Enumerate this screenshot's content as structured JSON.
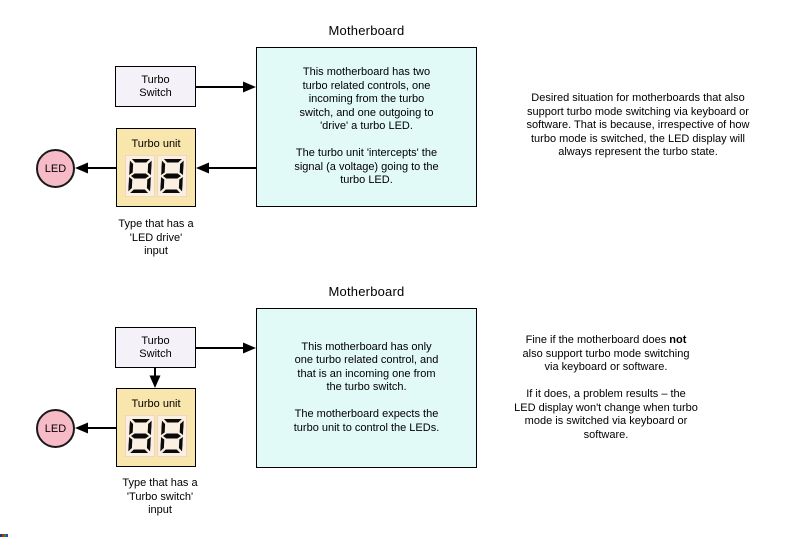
{
  "sections": [
    {
      "title": "Motherboard",
      "turbo_switch_label": "Turbo\nSwitch",
      "turbo_unit_label": "Turbo unit",
      "display_value": "88",
      "led_label": "LED",
      "board_text": "This motherboard has two\nturbo related controls, one\nincoming from the turbo\nswitch, and one outgoing to\n'drive' a turbo LED.\n\nThe turbo unit 'intercepts' the\nsignal (a voltage) going to the\nturbo LED.",
      "caption": "Type that has a\n'LED drive'\ninput",
      "side_note": "Desired situation for motherboards that also\nsupport turbo mode switching via keyboard or\nsoftware. That is because, irrespective of how\nturbo mode is switched, the LED display will\nalways represent the turbo state."
    },
    {
      "title": "Motherboard",
      "turbo_switch_label": "Turbo\nSwitch",
      "turbo_unit_label": "Turbo unit",
      "display_value": "88",
      "led_label": "LED",
      "board_text": "This motherboard has only\none turbo related control, and\nthat is an incoming one from\nthe turbo switch.\n\nThe motherboard expects the\nturbo unit to control the LEDs.",
      "caption": "Type that has a\n'Turbo switch'\ninput",
      "side_note_prefix": "Fine if the motherboard does ",
      "side_note_bold": "not",
      "side_note_suffix": "\nalso support turbo mode switching\nvia keyboard or software.\n\nIf it does, a problem results – the\nLED display won't change when turbo\nmode is switched via keyboard or\nsoftware."
    }
  ],
  "colors": {
    "motherboard_fill": "#E1F9F7",
    "switch_fill": "#F4F1F9",
    "turbo_unit_fill": "#F9E6AC",
    "digit_cell_fill": "#FBEFE1",
    "led_fill": "#F7BBC7"
  }
}
